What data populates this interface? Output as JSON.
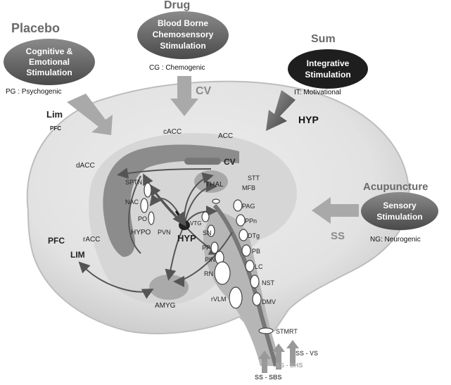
{
  "colors": {
    "background": "#ffffff",
    "brain_outer": "#e4e4e4",
    "brain_inner": "#d2d2d2",
    "limbic_band": "#8c8c8c",
    "arrow_light": "#b3b3b3",
    "arrow_dark": "#555555",
    "oval_dark": "#5f5f5f",
    "oval_black": "#222222"
  },
  "stimuli": {
    "placebo": {
      "heading": "Placebo",
      "line1": "Cognitive &",
      "line2": "Emotional",
      "line3": "Stimulation",
      "caption": "PG : Psychogenic",
      "arrow_label": "Lim",
      "arrow_sub": "PFC"
    },
    "drug": {
      "heading": "Drug",
      "line1": "Blood Borne",
      "line2": "Chemosensory",
      "line3": "Stimulation",
      "caption": "CG : Chemogenic",
      "arrow_label": "CV"
    },
    "sum": {
      "heading": "Sum",
      "line1": "Integrative",
      "line2": "Stimulation",
      "caption": "IT: Motivational",
      "arrow_label": "HYP"
    },
    "acupuncture": {
      "heading": "Acupuncture",
      "line1": "Sensory",
      "line2": "Stimulation",
      "caption": "NG: Neurogenic",
      "arrow_label": "SS"
    }
  },
  "regions": {
    "cacc": "cACC",
    "acc": "ACC",
    "cv": "CV",
    "dacc": "dACC",
    "racc": "rACC",
    "pfc": "PFC",
    "lim": "LIM",
    "sptn": "SPTN",
    "nac": "NAC",
    "po": "PO",
    "hypo": "HYPO",
    "pvn": "PVN",
    "hyp": "HYP",
    "vtg": "VTG",
    "thal": "THAL",
    "stt": "STT",
    "mfb": "MFB",
    "pag": "PAG",
    "ppn": "PPn",
    "dtg": "DTg",
    "sn": "SN",
    "pb": "PB",
    "pp": "PP",
    "lc": "LC",
    "pin": "PIN",
    "rn": "RN",
    "nst": "NST",
    "amyg": "AMYG",
    "rvlm": "rVLM",
    "dmv": "DMV",
    "stmrt": "STMRT"
  },
  "spinal_inputs": {
    "vs": "SS - VS",
    "shs": "SS - SHS",
    "sbs": "SS - SBS"
  }
}
